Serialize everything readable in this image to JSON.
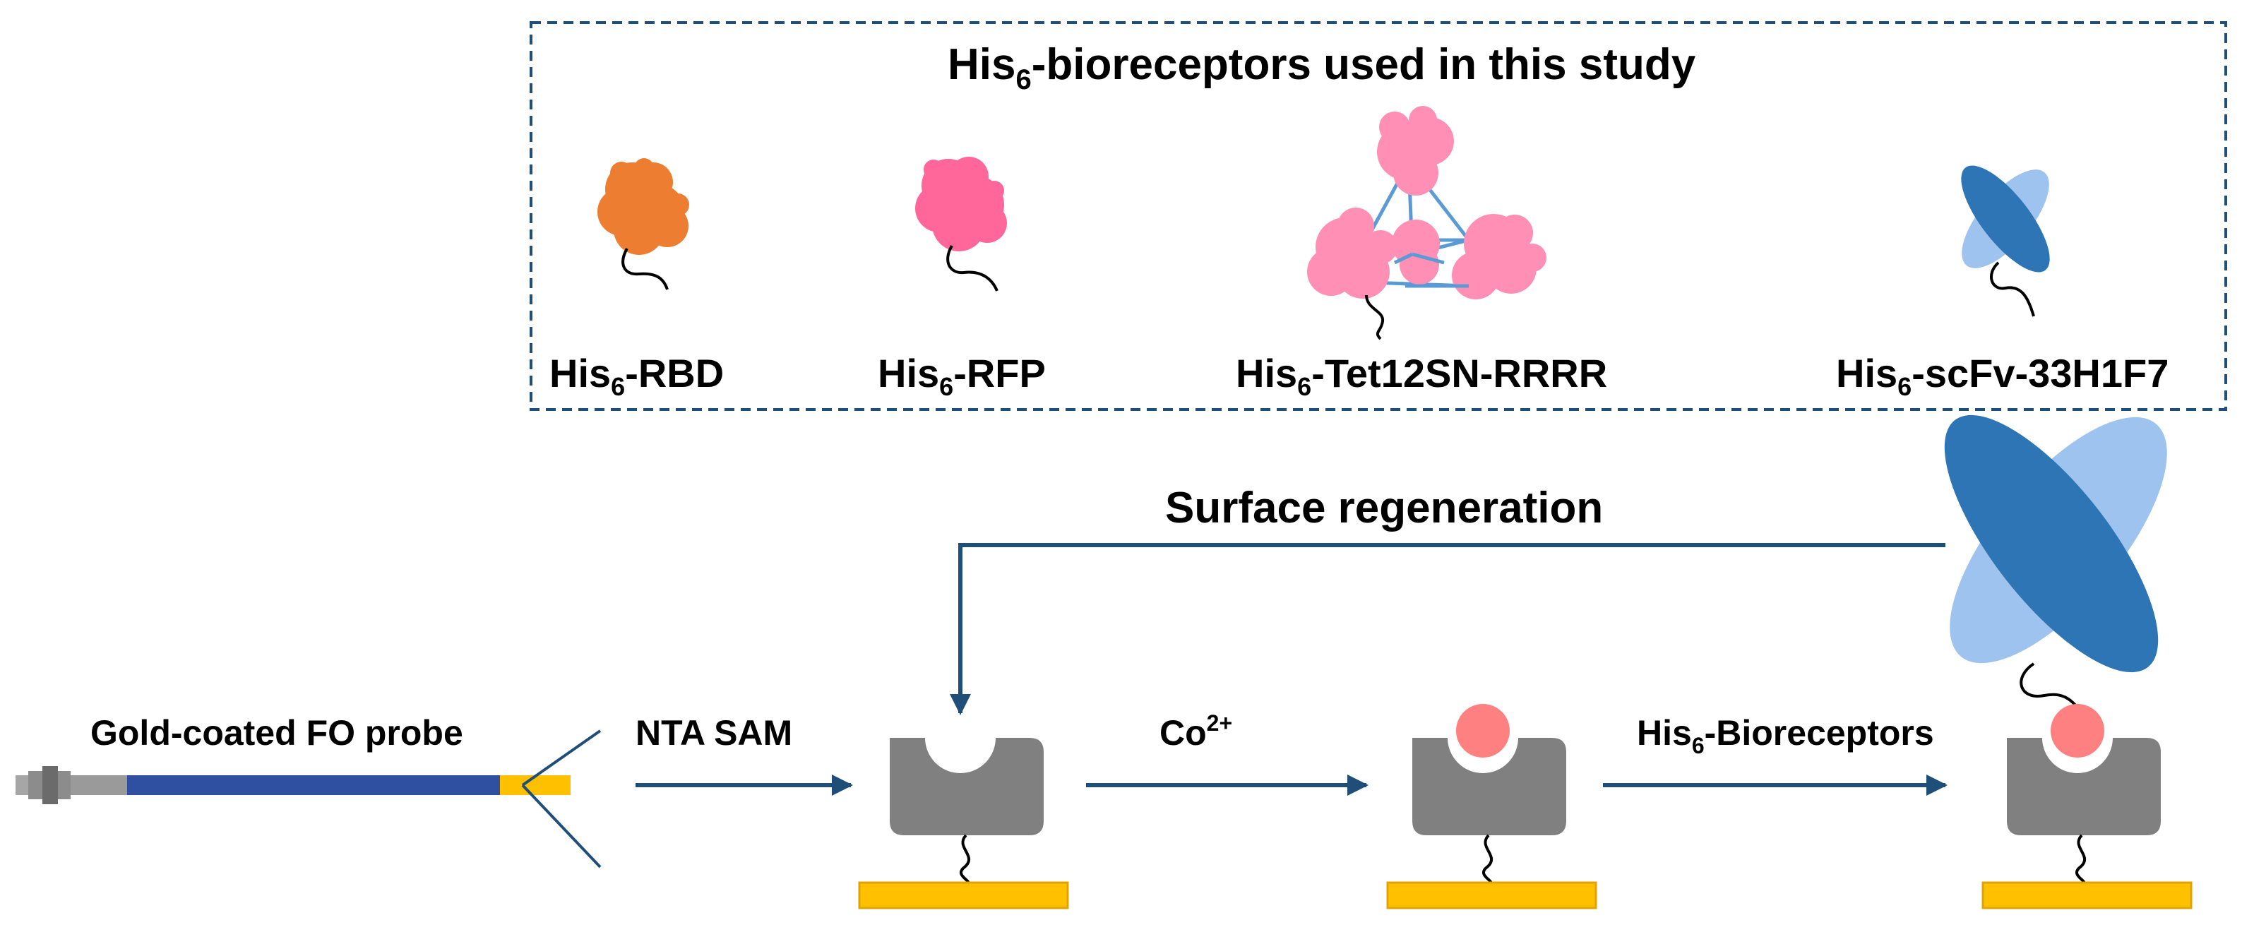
{
  "colors": {
    "arrow": "#1f4e79",
    "box_border": "#1f4e79",
    "gold": "#ffc000",
    "gold_border": "#e0a400",
    "probe_body": "#2f4fa0",
    "cap": "#7f7f7f",
    "receptor_gray": "#808080",
    "cobalt": "#ff8080",
    "rbd": "#ed7d31",
    "rfp": "#ff6699",
    "tet": "#ff8fb5",
    "tet_link": "#5b9bd5",
    "scfv_dark": "#2e75b6",
    "scfv_light": "#9dc3ee"
  },
  "icons": {
    "probe": "fiber-optic-probe-icon",
    "rbd": "rbd-protein-icon",
    "rfp": "rfp-protein-icon",
    "tet": "tetrahedron-protein-icon",
    "scfv": "scfv-antibody-icon",
    "receptor": "nta-receptor-icon",
    "cobalt": "cobalt-ion-icon"
  },
  "box": {
    "title_main": "His",
    "title_sub": "6",
    "title_rest": "-bioreceptors used in this study"
  },
  "proteins": [
    {
      "main": "His",
      "sub": "6",
      "rest": "-RBD"
    },
    {
      "main": "His",
      "sub": "6",
      "rest": "-RFP"
    },
    {
      "main": "His",
      "sub": "6",
      "rest": "-Tet12SN-RRRR"
    },
    {
      "main": "His",
      "sub": "6",
      "rest": "-scFv-33H1F7"
    }
  ],
  "workflow": {
    "regeneration": "Surface regeneration",
    "probe_label": "Gold-coated FO probe",
    "step1": "NTA SAM",
    "step2_main": "Co",
    "step2_sup": "2+",
    "step3_main": "His",
    "step3_sub": "6",
    "step3_rest": "-Bioreceptors"
  }
}
